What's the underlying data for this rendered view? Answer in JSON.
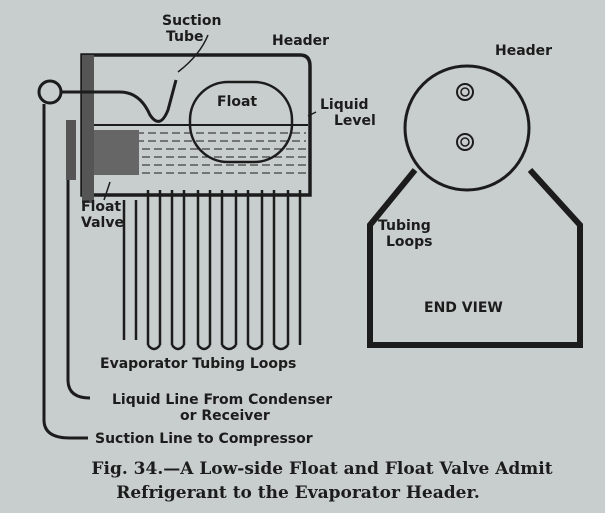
{
  "side_view": {
    "suction_tube_line1": "Suction",
    "suction_tube_line2": "Tube",
    "header": "Header",
    "float": "Float",
    "liquid_level_line1": "Liquid",
    "liquid_level_line2": "Level",
    "float_valve_line1": "Float",
    "float_valve_line2": "Valve",
    "evaporator_tubing_loops": "Evaporator Tubing Loops",
    "liquid_line_line1": "Liquid Line From Condenser",
    "liquid_line_line2": "or Receiver",
    "suction_line": "Suction Line to Compressor"
  },
  "end_view": {
    "header": "Header",
    "tubing_loops_line1": "Tubing",
    "tubing_loops_line2": "Loops",
    "title": "END VIEW"
  },
  "caption": {
    "line1": "Fig. 34.—A Low-side Float and Float Valve Admit",
    "line2": "Refrigerant to the Evaporator Header."
  }
}
